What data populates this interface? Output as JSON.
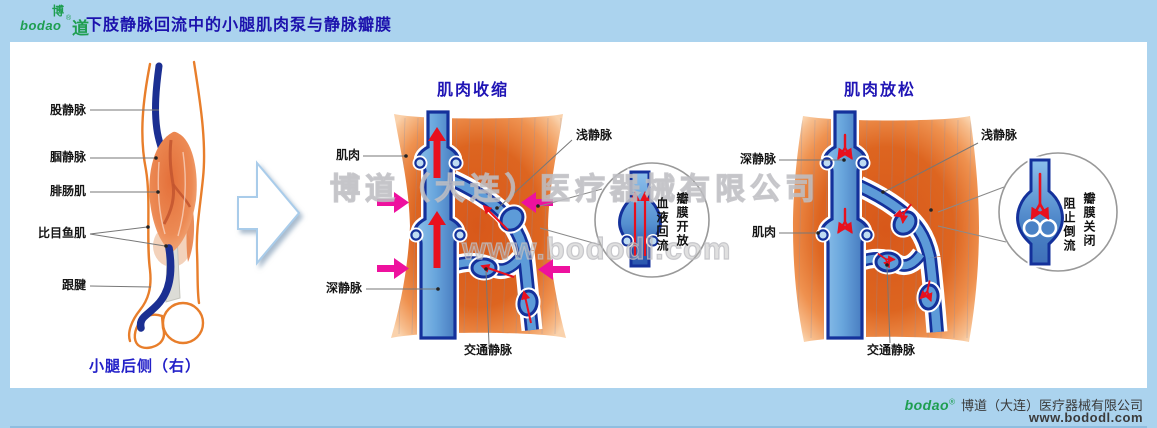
{
  "header": {
    "title": "下肢静脉回流中的小腿肌肉泵与静脉瓣膜",
    "logo_top": "博",
    "logo_brand": "bodao",
    "logo_reg": "®",
    "logo_right": "道"
  },
  "left_panel": {
    "femoral_vein": "股静脉",
    "popliteal_vein": "腘静脉",
    "gastrocnemius": "腓肠肌",
    "soleus": "比目鱼肌",
    "achilles_tendon": "跟腱",
    "caption": "小腿后侧（右）"
  },
  "contraction": {
    "title": "肌肉收缩",
    "muscle": "肌肉",
    "deep_vein": "深静脉",
    "superficial_vein": "浅静脉",
    "communicating_vein": "交通静脉",
    "inset_blood": "血液回流",
    "inset_valve": "瓣膜开放"
  },
  "relaxation": {
    "title": "肌肉放松",
    "muscle": "肌肉",
    "deep_vein": "深静脉",
    "superficial_vein": "浅静脉",
    "communicating_vein": "交通静脉",
    "inset_blood": "阻止倒流",
    "inset_valve": "瓣膜关闭"
  },
  "watermark": {
    "company": "博道（大连）医疗器械有限公司",
    "website": "www.bododl.com"
  },
  "footer": {
    "brand": "bodao",
    "reg": "®",
    "company": "博道（大连）医疗器械有限公司",
    "website": "www.bododl.com"
  },
  "colors": {
    "frame": "#ABD3EE",
    "title_blue": "#1C12AD",
    "muscle_orange": "#DA5E16",
    "vein_blue": "#5D9BD8",
    "vein_navy": "#14319B",
    "red": "#E8101E",
    "magenta": "#EE119E",
    "brand_green": "#1E9E50"
  }
}
